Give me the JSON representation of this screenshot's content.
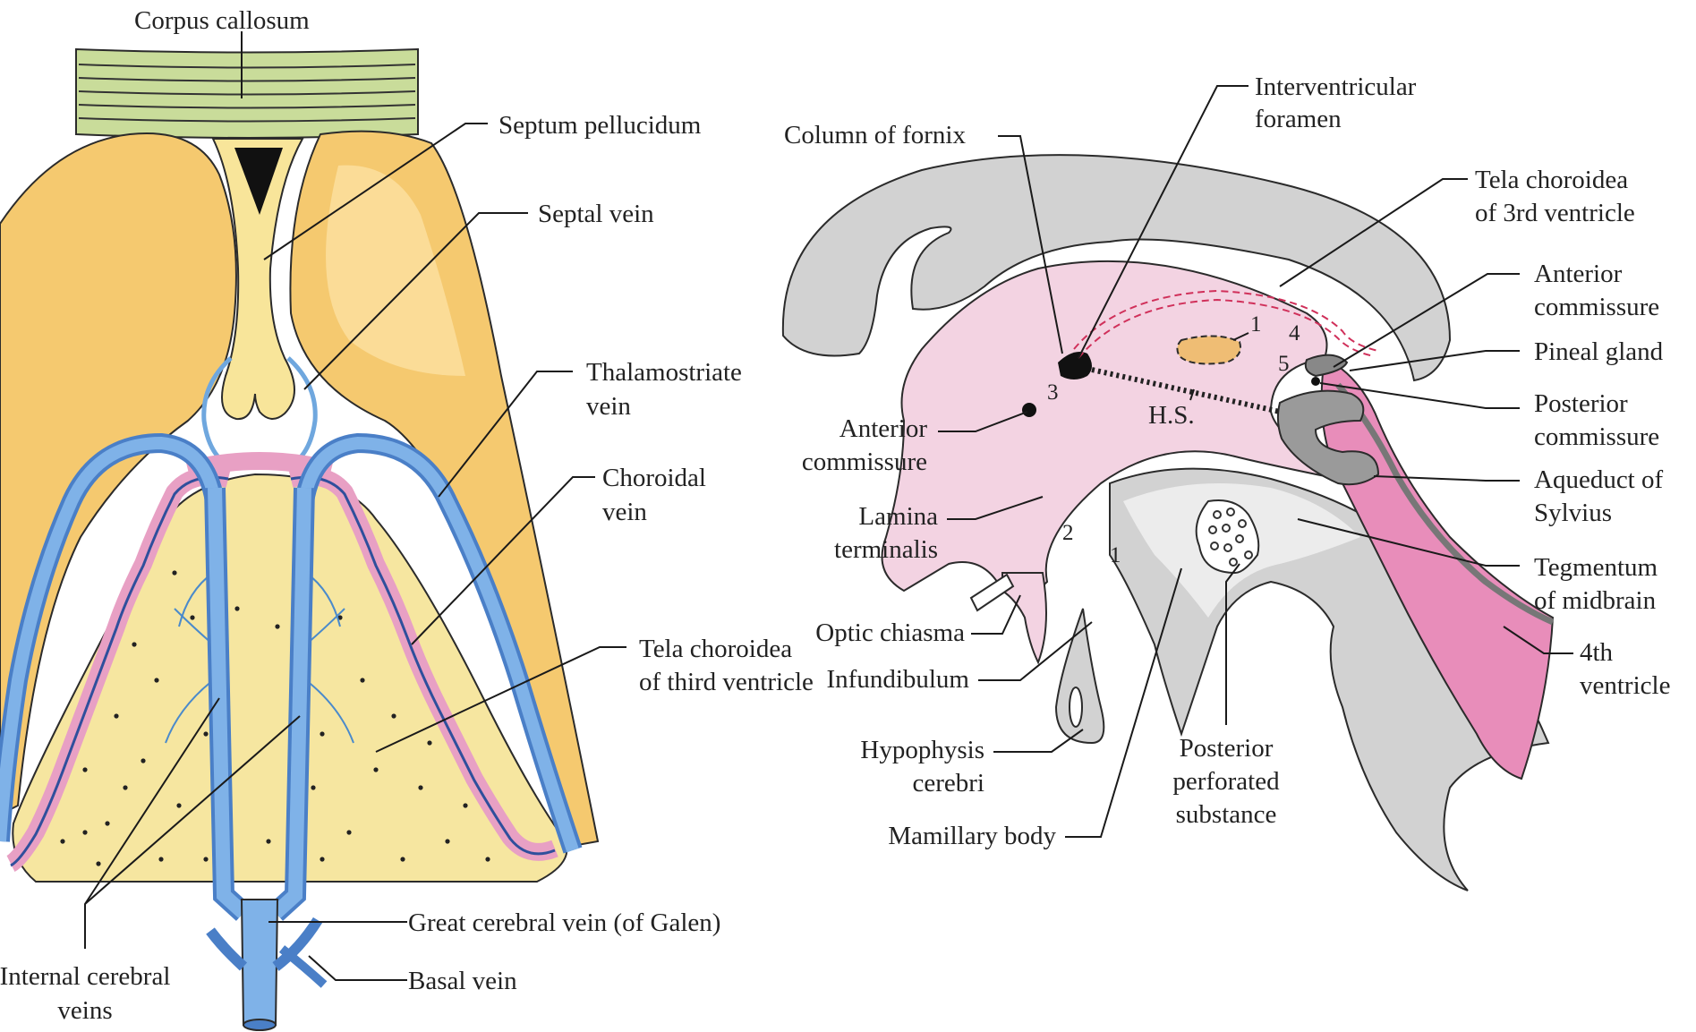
{
  "colors": {
    "corpus_callosum": "#c9dc9a",
    "caudate": "#f5c96f",
    "septum": "#f8e59a",
    "tela": "#f6e6a0",
    "vein": "#6fa7de",
    "vein_dark": "#3c6fb8",
    "choroid_plexus": "#e8a0c4",
    "grey_matter": "#d2d2d2",
    "ventricle_pink": "#f3d3e2",
    "ventricle_dark_pink": "#e88dba",
    "lesion": "#efbd74",
    "accent_red": "#d0305a"
  },
  "left_diagram": {
    "labels": {
      "corpus_callosum": "Corpus callosum",
      "septum_pellucidum": "Septum pellucidum",
      "septal_vein": "Septal vein",
      "thalamostriate_1": "Thalamostriate",
      "thalamostriate_2": "vein",
      "choroidal_1": "Choroidal",
      "choroidal_2": "vein",
      "tela_1": "Tela choroidea",
      "tela_2": "of third ventricle",
      "great_cerebral_vein": "Great cerebral vein (of Galen)",
      "basal_vein": "Basal vein",
      "internal_1": "Internal cerebral",
      "internal_2": "veins"
    }
  },
  "right_diagram": {
    "labels": {
      "interventricular_1": "Interventricular",
      "interventricular_2": "foramen",
      "column_of_fornix": "Column of fornix",
      "tela3_1": "Tela choroidea",
      "tela3_2": "of 3rd ventricle",
      "ant_comm_r1": "Anterior",
      "ant_comm_r2": "commissure",
      "pineal": "Pineal gland",
      "post_comm_1": "Posterior",
      "post_comm_2": "commissure",
      "aqueduct_1": "Aqueduct of",
      "aqueduct_2": "Sylvius",
      "tegmentum_1": "Tegmentum",
      "tegmentum_2": "of midbrain",
      "fourth_1": "4th",
      "fourth_2": "ventricle",
      "ant_comm_l1": "Anterior",
      "ant_comm_l2": "commissure",
      "lamina_1": "Lamina",
      "lamina_2": "terminalis",
      "optic_chiasma": "Optic chiasma",
      "infundibulum": "Infundibulum",
      "hypophysis_1": "Hypophysis",
      "hypophysis_2": "cerebri",
      "mamillary": "Mamillary body",
      "ppsub_1": "Posterior",
      "ppsub_2": "perforated",
      "ppsub_3": "substance",
      "hs": "H.S.",
      "recess_1": "1",
      "recess_2": "2",
      "recess_3": "3",
      "recess_4": "4",
      "recess_5": "5",
      "mass_1": "1"
    }
  }
}
